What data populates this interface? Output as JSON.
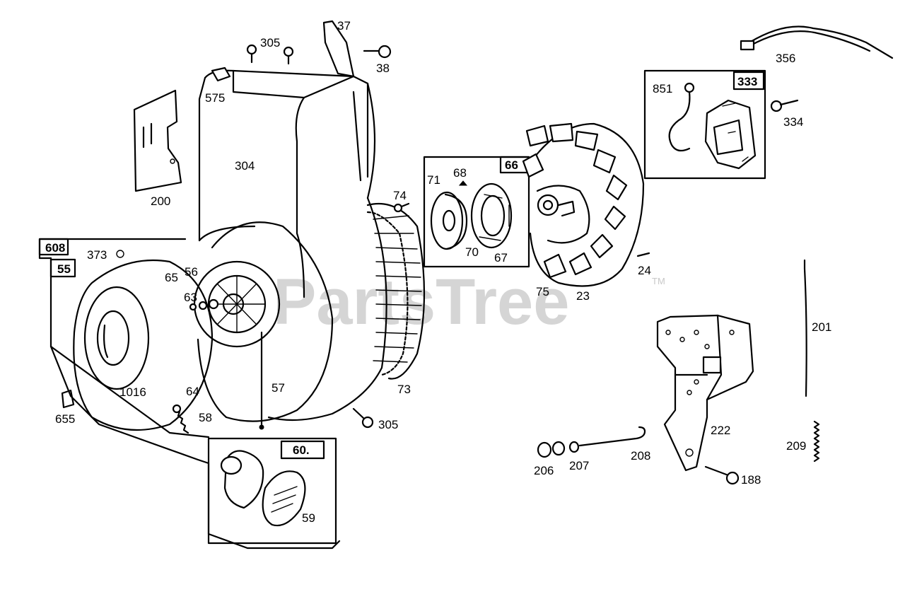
{
  "watermark": {
    "text": "PartsTree",
    "trademark": "TM"
  },
  "labels": {
    "p37": "37",
    "p305a": "305",
    "p38": "38",
    "p575": "575",
    "p304": "304",
    "p200": "200",
    "p608": "608",
    "p55": "55",
    "p373": "373",
    "p65": "65",
    "p56": "56",
    "p63": "63",
    "p1016": "1016",
    "p64": "64",
    "p57": "57",
    "p58": "58",
    "p655": "655",
    "p73": "73",
    "p305b": "305",
    "p74": "74",
    "p60": "60.",
    "p59": "59",
    "p66": "66",
    "p71": "71",
    "p68": "68",
    "p70": "70",
    "p67": "67",
    "p75": "75",
    "p23": "23",
    "p24": "24",
    "p356": "356",
    "p333": "333",
    "p851": "851",
    "p334": "334",
    "p201": "201",
    "p222": "222",
    "p206": "206",
    "p207": "207",
    "p208": "208",
    "p209": "209",
    "p188": "188"
  }
}
